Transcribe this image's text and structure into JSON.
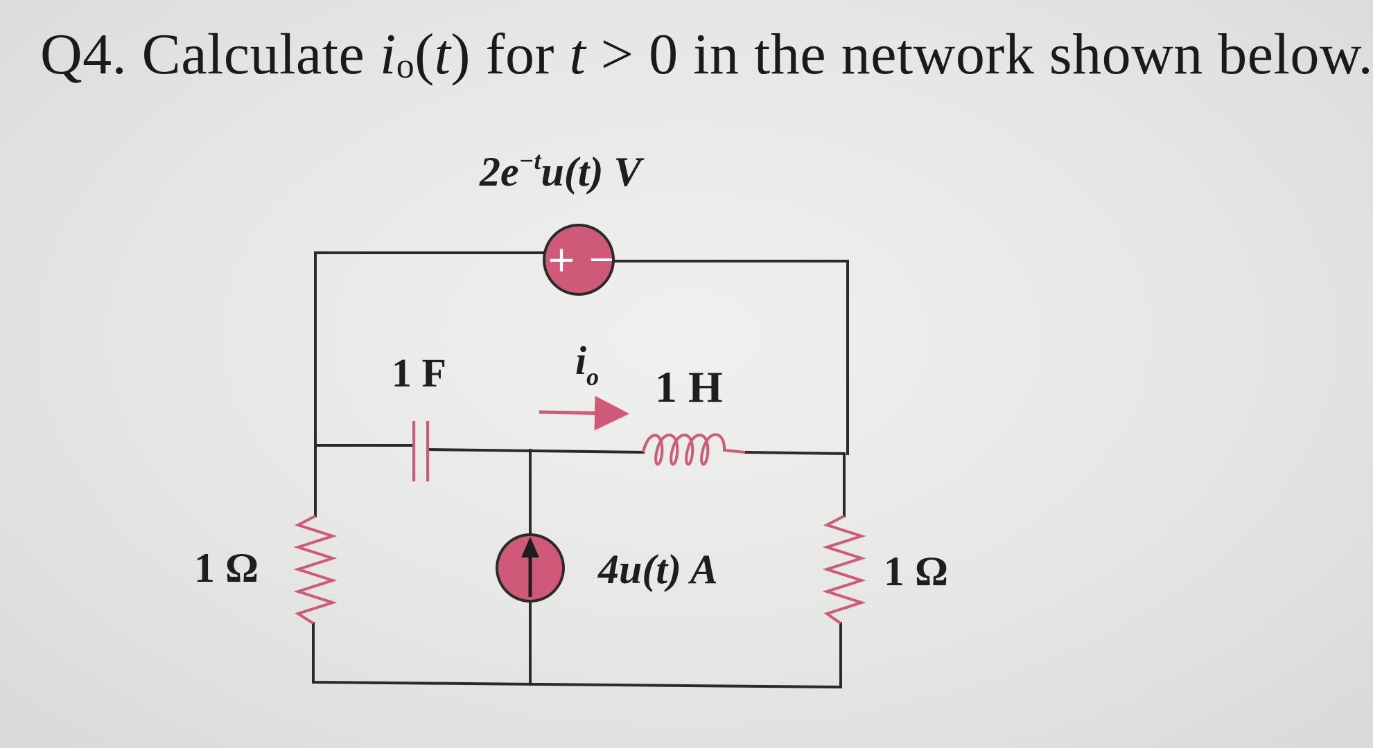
{
  "question": {
    "prefix": "Q4. Calculate ",
    "var_i": "i",
    "sub_o": "o",
    "paren_open": "(",
    "var_t1": "t",
    "paren_close": ")",
    "for_text": " for ",
    "var_t2": "t",
    "suffix": " > 0 in the network shown below."
  },
  "circuit": {
    "voltage_source": {
      "label": "2e",
      "label_exp": "−t",
      "label_rest": "u(t) V",
      "plus": "+",
      "minus": "−",
      "fill": "#cf5a78"
    },
    "capacitor": {
      "label": "1 F"
    },
    "inductor": {
      "label": "1 H",
      "color": "#cf5a78"
    },
    "current_label": {
      "base": "i",
      "sub": "o"
    },
    "current_source": {
      "label": "4u(t) A",
      "fill": "#cf5a78"
    },
    "resistor_left": {
      "label": "1 Ω",
      "color": "#cf5a78"
    },
    "resistor_right": {
      "label": "1 Ω",
      "color": "#cf5a78"
    },
    "wire_color": "#2a2a2a",
    "accent_color": "#cf5a78"
  }
}
